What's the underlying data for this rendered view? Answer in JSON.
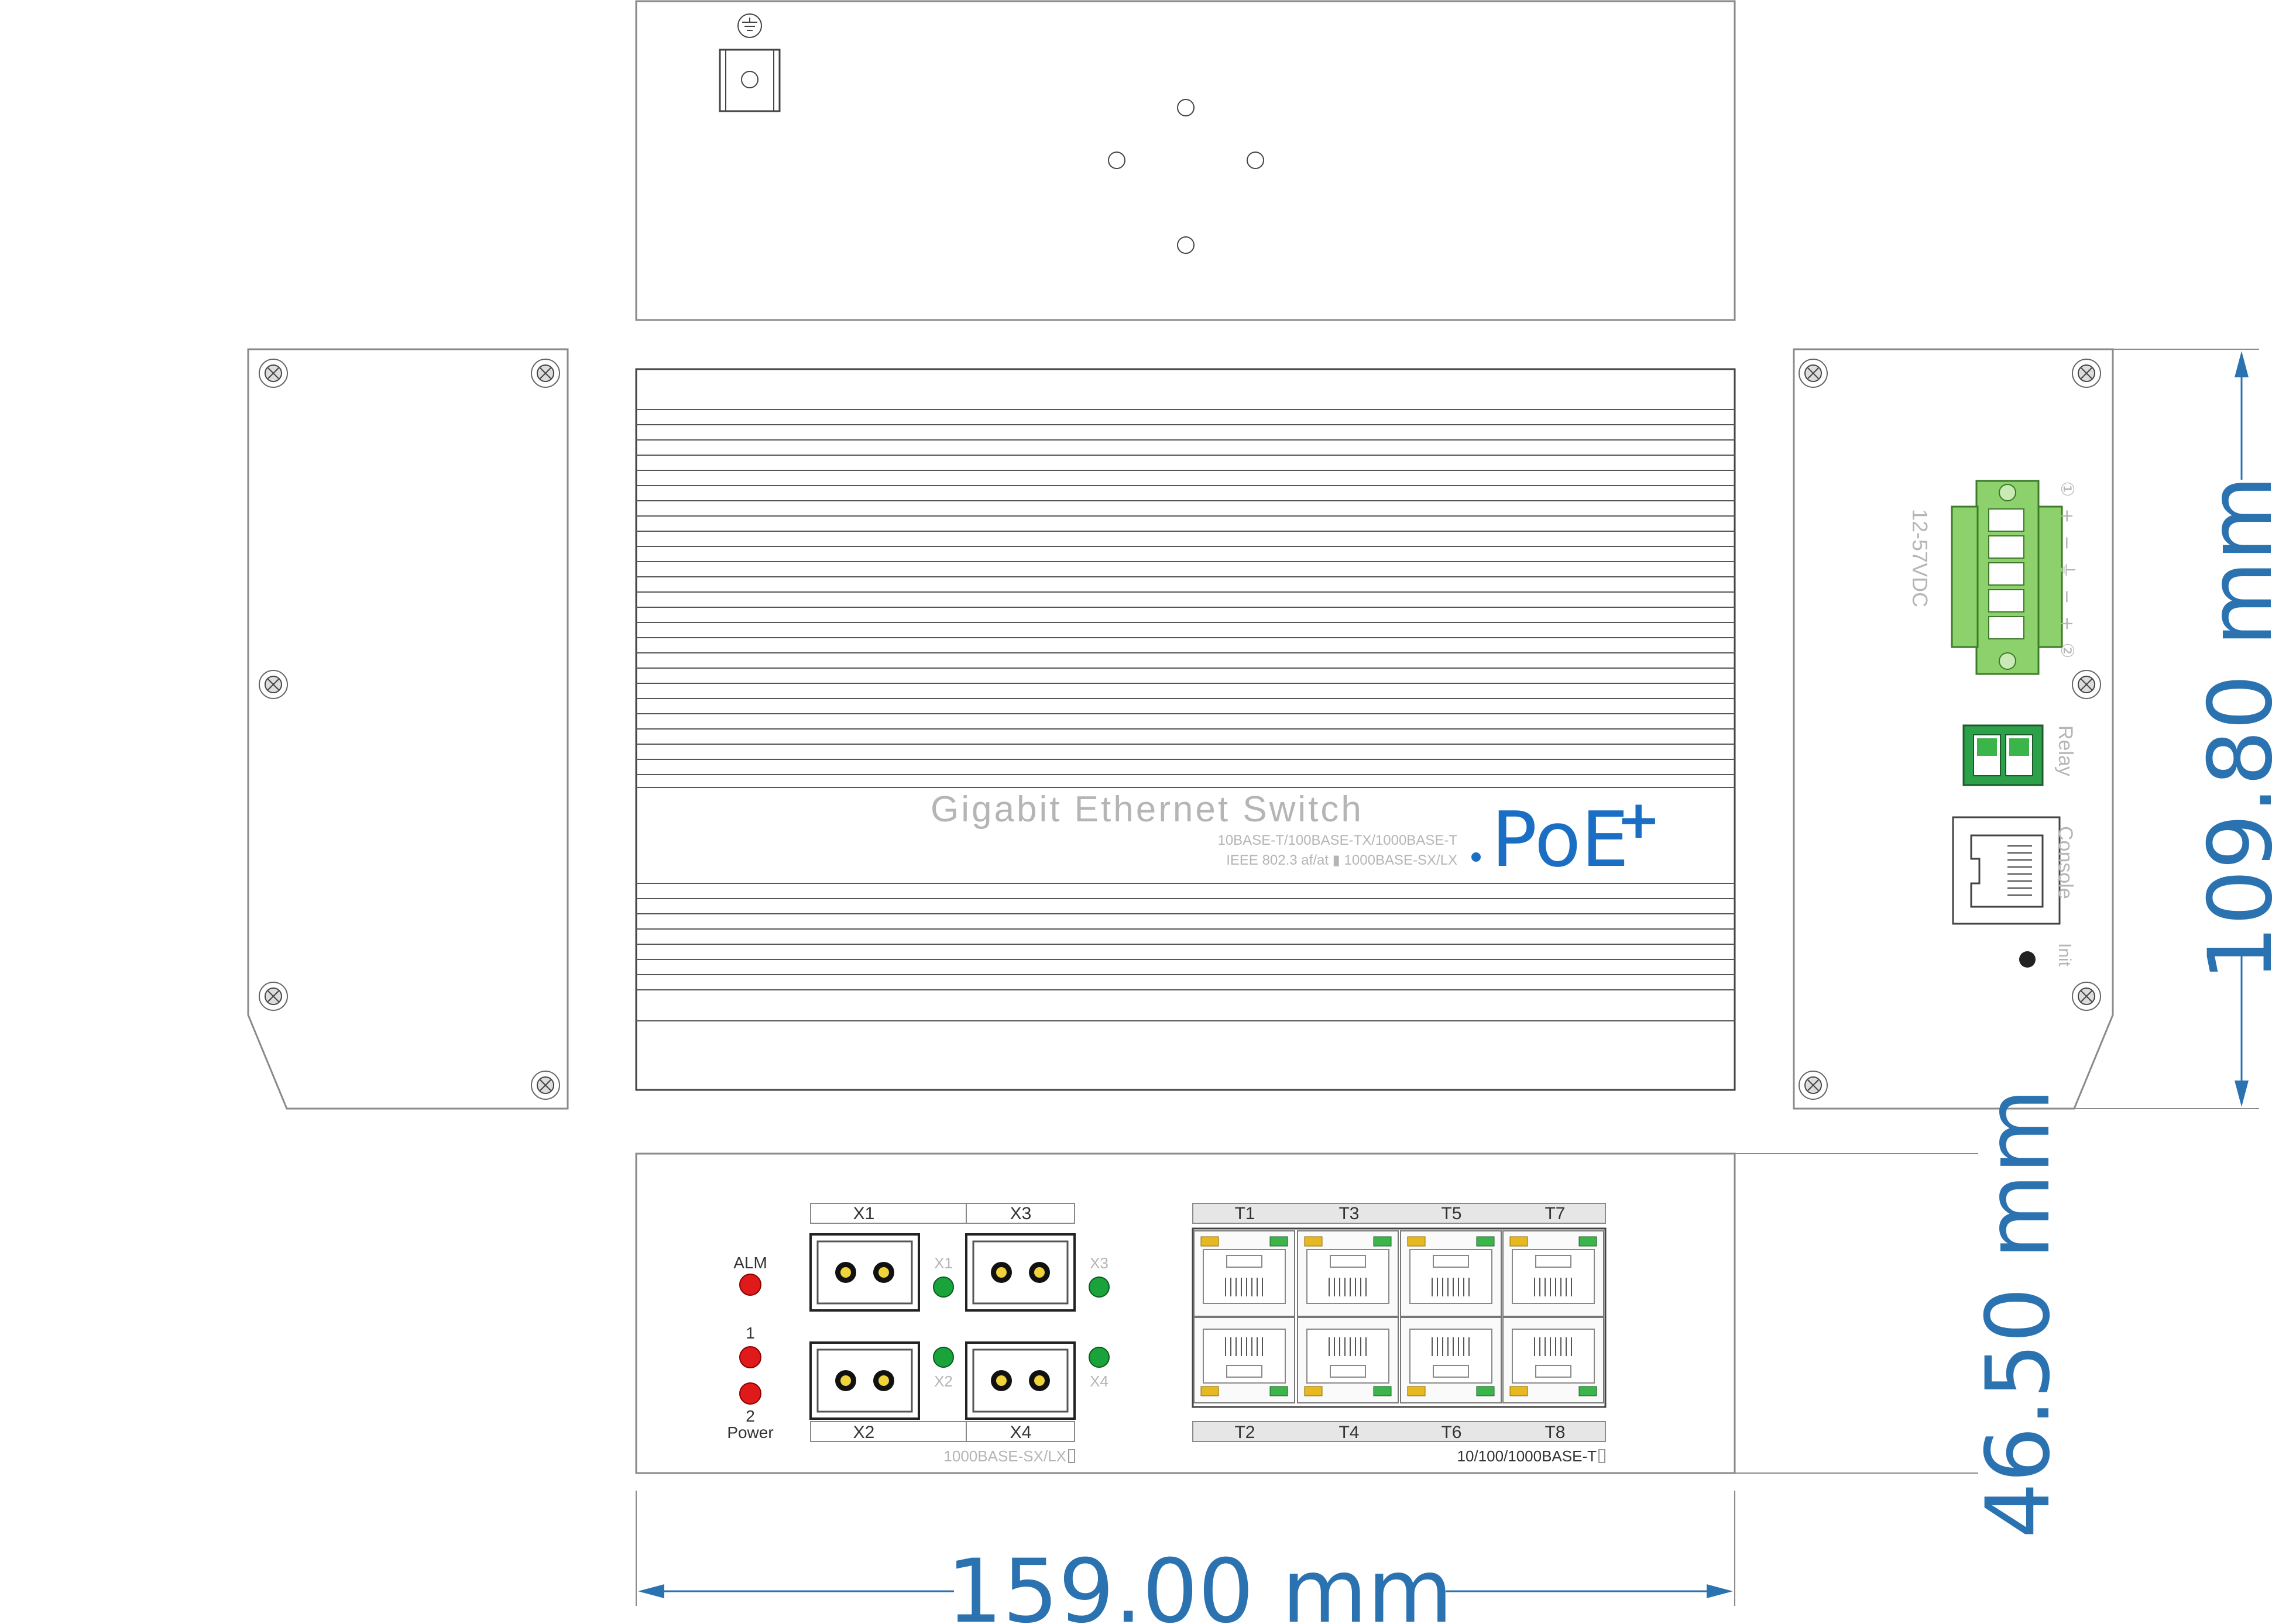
{
  "colors": {
    "dimension": "#2b72b0",
    "poe": "#1a6fc4",
    "led_red": "#e01a1a",
    "led_green": "#1aa33a",
    "terminal_green": "#8cd16b",
    "relay_green": "#2da14a",
    "rj45_yellow": "#e8b820",
    "rj45_green": "#3bb44a"
  },
  "dimensions": {
    "width": "159.00 mm",
    "height": "109.80 mm",
    "depth": "46.50 mm"
  },
  "top_panel": {
    "product": "Gigabit Ethernet Switch",
    "spec_line1": "10BASE-T/100BASE-TX/1000BASE-T",
    "spec_line2": "IEEE 802.3 af/at ▮ 1000BASE-SX/LX",
    "poe": "PoE",
    "poe_plus": "+"
  },
  "right_panel": {
    "voltage": "12-57VDC",
    "terminal_marks": [
      "①",
      "+",
      "−",
      "⏚",
      "−",
      "+",
      "②"
    ],
    "relay": "Relay",
    "console": "Console",
    "init": "Init"
  },
  "front_panel": {
    "alm": "ALM",
    "p1": "1",
    "p2": "2",
    "power": "Power",
    "fiber_top": [
      "X1",
      "X3"
    ],
    "fiber_bottom": [
      "X2",
      "X4"
    ],
    "fiber_leds": [
      "X1",
      "X3",
      "X2",
      "X4"
    ],
    "fiber_caption": "1000BASE-SX/LX",
    "copper_top": [
      "T1",
      "T3",
      "T5",
      "T7"
    ],
    "copper_bottom": [
      "T2",
      "T4",
      "T6",
      "T8"
    ],
    "copper_caption": "10/100/1000BASE-T"
  }
}
